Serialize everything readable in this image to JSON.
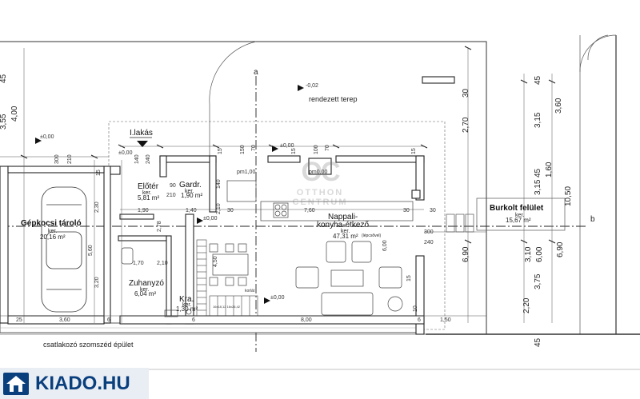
{
  "rooms": {
    "garage": {
      "name": "Gépkocsi tároló",
      "sub": "ker.",
      "area": "20,16 m²"
    },
    "eloter": {
      "name": "Előtér",
      "sub": "ker.",
      "area": "5,81 m²"
    },
    "gardr": {
      "name": "Gardr.",
      "sub": "ker.",
      "area": "1,90 m²"
    },
    "nappali": {
      "name": "Nappali-",
      "name2": "konyha-étkező",
      "sub": "ker.",
      "area": "47,31 m²",
      "note": "(lépcsővel)"
    },
    "zuhanyzo": {
      "name": "Zuhanyzó",
      "sub": "ker.",
      "area": "6,04 m²"
    },
    "kamra": {
      "name": "Kra.",
      "sub": "ker.",
      "area": "1,30 m²"
    },
    "burkolt": {
      "name": "Burkolt felület",
      "sub": "ker.",
      "area": "15,67 m²"
    }
  },
  "labels": {
    "lakas": "I.lakás",
    "rendezett": "rendezett terep",
    "rendezett_level": "-0,02",
    "szomszed": "csatlakozó szomszéd épület",
    "korlat": "korlát",
    "section_a": "a",
    "section_b": "b",
    "level_1": "±0,00",
    "level_2": "±0,00",
    "level_3": "±0,00",
    "level_4": "±0,00",
    "level_5": "±0,00",
    "pm_1": "pm1,00",
    "pm_2": "pm0,00",
    "stair_note": "16x18,12 16x26,42"
  },
  "dims_h": {
    "d_300": "300",
    "d_210": "210",
    "d_140": "140",
    "d_240": "240",
    "d_150": "150",
    "d_70": "70",
    "d_100": "100",
    "d_15a": "15",
    "d_15b": "15",
    "d_15c": "15",
    "d_90": "90",
    "d_210b": "210",
    "d_140b": "140",
    "d_190": "1,90",
    "d_140c": "1,40",
    "d_210c": "2,10",
    "d_760": "7,60",
    "d_30a": "30",
    "d_30b": "30",
    "d_30c": "30",
    "d_300b": "300",
    "d_240b": "240",
    "d_170": "1,70",
    "d_210d": "2,10",
    "d_450": "4,50",
    "d_360": "3,60",
    "d_800": "8,00",
    "d_150b": "1,50",
    "d_25": "25",
    "d_6a": "6",
    "d_6b": "6",
    "d_6c": "6"
  },
  "dims_v": {
    "l_45": "45",
    "l_400": "4,00",
    "l_355": "3,55",
    "l_15": "15",
    "l_230": "2,30",
    "l_560": "5,60",
    "l_320": "3,20",
    "r_30": "30",
    "r_270": "2,70",
    "r_45a": "45",
    "r_315": "3,15",
    "r_360": "3,60",
    "r_160": "1,60",
    "r_45b": "45",
    "r_315b": "3,15",
    "r_1050": "10,50",
    "r_690": "6,90",
    "r_310": "3,10",
    "r_600": "6,00",
    "r_690b": "6,90",
    "r_375": "3,75",
    "r_220": "2,20",
    "r_45c": "45",
    "m_600": "6,00",
    "m_278": "2,78",
    "m_15": "15",
    "m_10": "10"
  },
  "watermark": {
    "big": "OC",
    "small": "OTTHON CENTRUM"
  },
  "brand": {
    "name": "KIADO.HU",
    "color": "#0a3f7d"
  }
}
